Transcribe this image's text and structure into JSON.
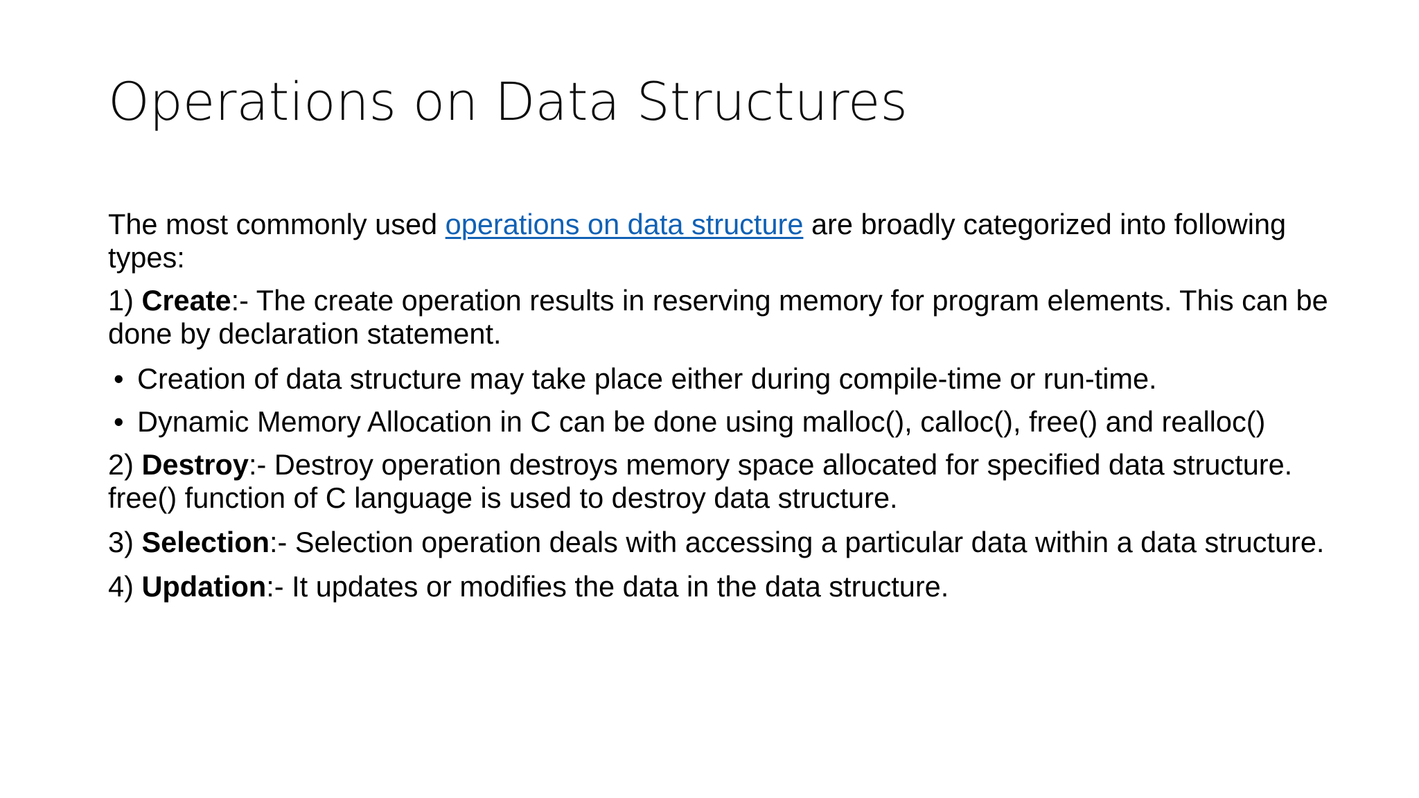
{
  "slide": {
    "title": "Operations on Data Structures",
    "background_color": "#ffffff",
    "text_color": "#000000",
    "link_color": "#1061b5",
    "bullet_glyph": "•"
  },
  "body": {
    "intro": {
      "before_link": "The most commonly used ",
      "link_text": "operations on data structure",
      "after_link": " are broadly categorized into following types:"
    },
    "items": [
      {
        "number": "1)",
        "term": "Create",
        "separator": ":- ",
        "description": "The create operation results in reserving memory for program elements. This can be done by declaration statement."
      },
      {
        "number": "2)",
        "term": "Destroy",
        "separator": ":- ",
        "description": "Destroy operation destroys memory space allocated for specified data structure. free() function of C language is used to destroy data structure."
      },
      {
        "number": "3)",
        "term": "Selection",
        "separator": ":- ",
        "description": "Selection operation deals with accessing a particular data within a data structure."
      },
      {
        "number": "4)",
        "term": "Updation",
        "separator": ":- ",
        "description": "It updates or modifies the data in the data structure."
      }
    ],
    "bullets": [
      "Creation of data structure may take place either during compile-time or run-time.",
      "Dynamic Memory Allocation in C can be done using malloc(), calloc(), free() and realloc()"
    ]
  }
}
